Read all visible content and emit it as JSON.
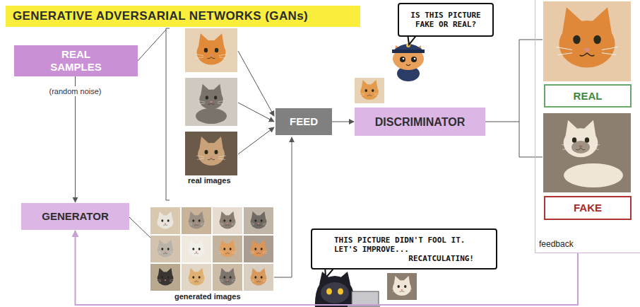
{
  "diagram": {
    "title": "GENERATIVE ADVERSARIAL NETWORKS (GANs)",
    "nodes": [
      {
        "text": [
          "REAL SAMPLES"
        ]
      },
      {
        "text": [
          "IS THIS PICTURE FAKE OR REAL?"
        ]
      },
      {
        "text": [
          "FEED"
        ]
      },
      {
        "text": [
          "DISCRIMINATOR"
        ]
      },
      {
        "text": [
          "feedback"
        ]
      },
      {
        "text": [
          "REAL"
        ],
        "in": 4
      },
      {
        "text": [
          "FAKE"
        ],
        "in": 4
      },
      {
        "text": [
          "GENERATOR"
        ]
      },
      {
        "text": [
          "THIS PICTURE DIDN'T FOOL IT. LET'S IMPROVE... RECATCULATING!"
        ]
      }
    ],
    "edges": [
      {
        "from": 0,
        "to": 7,
        "label": "(random noise)",
        "arrow": "to"
      },
      {
        "from": 2,
        "to": 3,
        "arrow": "to"
      },
      {
        "from": 4,
        "to": 7,
        "arrow": "to"
      }
    ],
    "labels": [
      "real images",
      "generated images"
    ]
  }
}
